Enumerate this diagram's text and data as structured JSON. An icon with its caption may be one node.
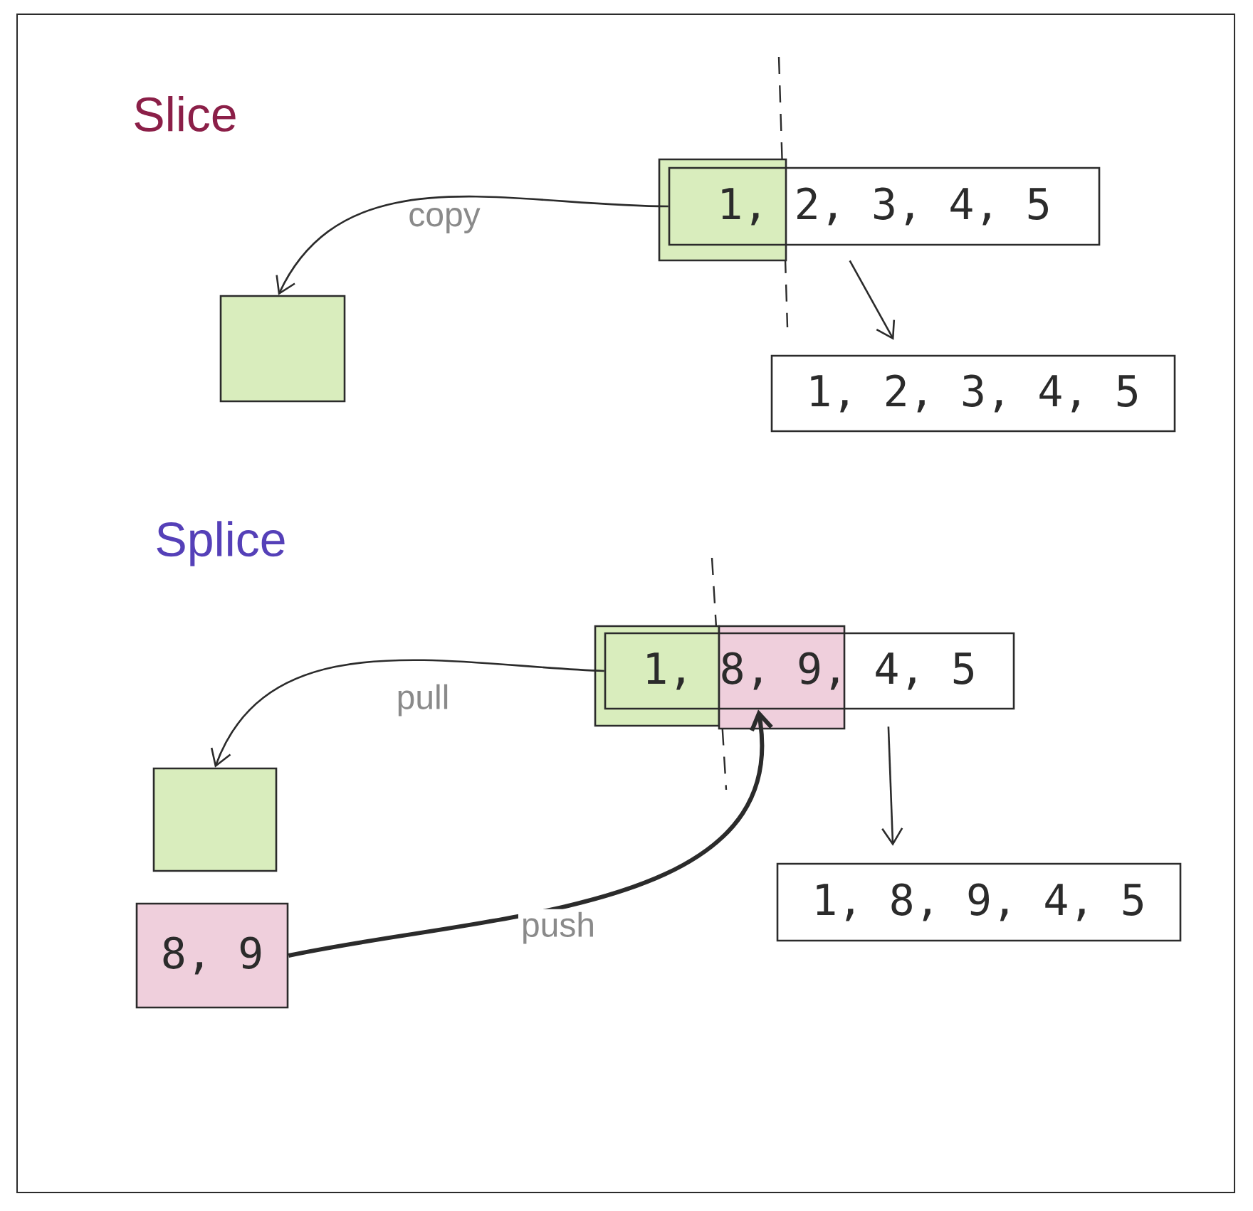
{
  "diagram": {
    "nodes": [
      {
        "text": [
          "1, 2, 3, 4, 5"
        ]
      },
      {
        "text": [],
        "shape": "box"
      },
      {
        "text": [
          "1, 2, 3, 4, 5"
        ]
      },
      {
        "text": [
          "1, 8, 9, 4, 5"
        ]
      },
      {
        "text": [],
        "shape": "box"
      },
      {
        "text": [
          "8, 9"
        ]
      },
      {
        "text": [
          "1, 8, 9, 4, 5"
        ]
      }
    ],
    "edges": [
      {
        "from": 0,
        "to": 1,
        "arrow": "to",
        "label": "copy"
      },
      {
        "from": 0,
        "to": 2,
        "arrow": "to"
      },
      {
        "from": 3,
        "to": 4,
        "arrow": "to",
        "label": "pull"
      },
      {
        "from": 5,
        "to": 3,
        "arrow": "to",
        "label": "push",
        "style": "thick"
      },
      {
        "from": 3,
        "to": 6,
        "arrow": "to"
      }
    ],
    "labels": [
      "Slice",
      "Splice"
    ]
  }
}
